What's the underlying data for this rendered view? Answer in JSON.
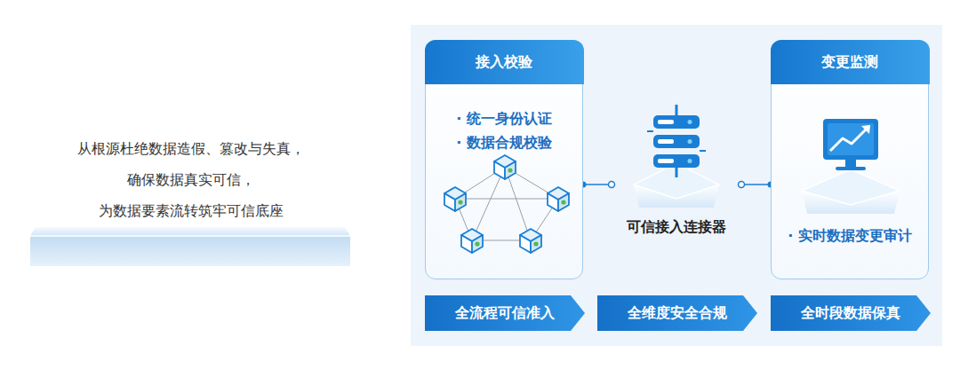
{
  "diagram": {
    "nodes": [
      {
        "text": [
          "接入校验",
          "· 统一身份认证",
          "· 数据合规校验"
        ]
      },
      {
        "text": [
          "可信接入连接器"
        ]
      },
      {
        "text": [
          "变更监测",
          "· 实时数据变更审计"
        ]
      },
      {
        "text": [
          "全流程可信准入"
        ]
      },
      {
        "text": [
          "全维度安全合规"
        ]
      },
      {
        "text": [
          "全时段数据保真"
        ]
      }
    ],
    "edges": [
      {
        "from": 0,
        "to": 1,
        "arrow": "none"
      },
      {
        "from": 1,
        "to": 2,
        "arrow": "none"
      }
    ],
    "labels": [
      "从根源杜绝数据造假、篡改与失真，",
      "确保数据真实可信，",
      "为数据要素流转筑牢可信底座"
    ]
  }
}
